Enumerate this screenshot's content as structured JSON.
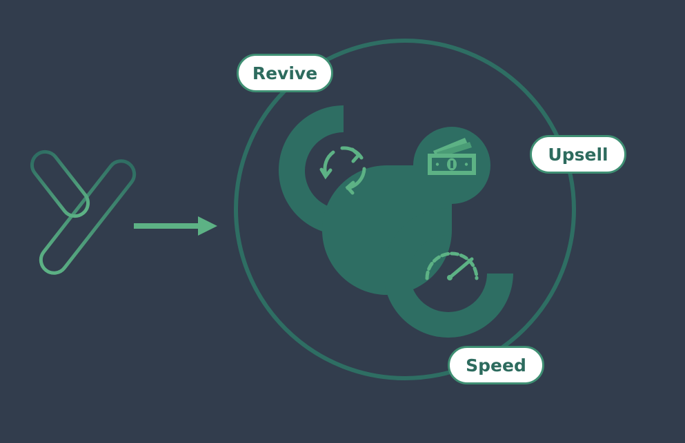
{
  "labels": {
    "revive": "Revive",
    "upsell": "Upsell",
    "speed": "Speed"
  },
  "icons": {
    "logo": "y-logo-icon",
    "arrow": "arrow-right-icon",
    "revive": "refresh-cycle-icon",
    "upsell": "cash-icon",
    "speed": "speedometer-icon"
  },
  "colors": {
    "background": "#323d4d",
    "ring": "#2e6e63",
    "accent": "#5db285",
    "pill_fill": "#ffffff",
    "pill_text": "#2d6b5e"
  }
}
